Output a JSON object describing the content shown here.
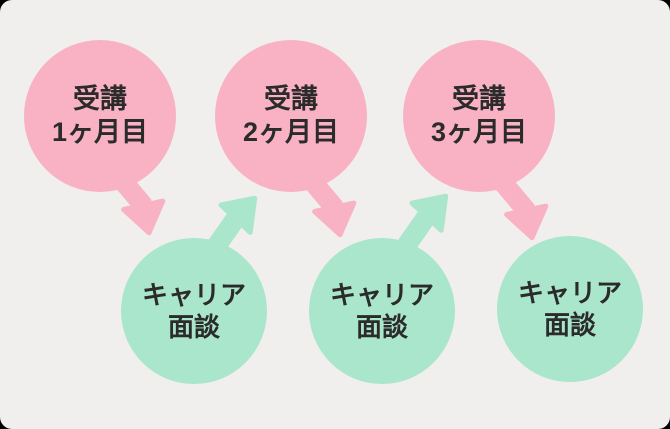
{
  "colors": {
    "frame": "#000000",
    "background": "#f0efed",
    "pink": "#f8b2c4",
    "mint": "#a9e6cb",
    "text": "#2b2b2b"
  },
  "diagram": {
    "course_circles": [
      {
        "line1": "受講",
        "line2": "1ヶ月目"
      },
      {
        "line1": "受講",
        "line2": "2ヶ月目"
      },
      {
        "line1": "受講",
        "line2": "3ヶ月目"
      }
    ],
    "interview_circles": [
      {
        "line1": "キャリア",
        "line2": "面談"
      },
      {
        "line1": "キャリア",
        "line2": "面談"
      },
      {
        "line1": "キャリア",
        "line2": "面談"
      }
    ]
  }
}
